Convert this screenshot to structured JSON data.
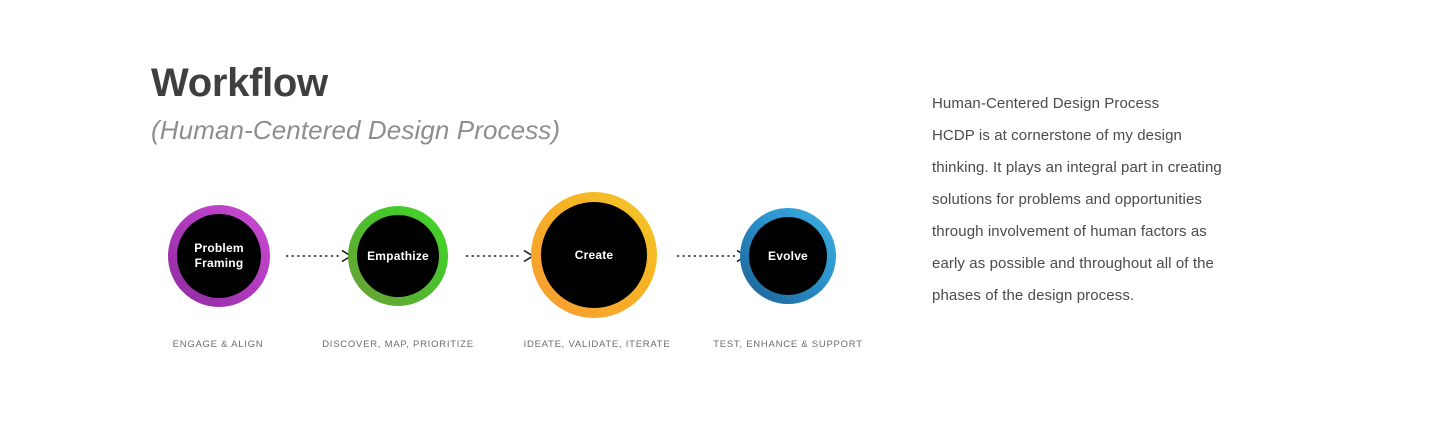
{
  "heading": {
    "title": "Workflow",
    "subtitle": "(Human-Centered Design Process)"
  },
  "diagram": {
    "stages": [
      {
        "id": "problem-framing",
        "label": "Problem\nFraming",
        "caption": "ENGAGE & ALIGN",
        "ring_from": "#c94fd4",
        "ring_to": "#8e2aa0",
        "core_color": "#000000"
      },
      {
        "id": "empathize",
        "label": "Empathize",
        "caption": "DISCOVER,  MAP,  PRIORITIZE",
        "ring_from": "#46d62b",
        "ring_to": "#6e9c39",
        "core_color": "#000000"
      },
      {
        "id": "create",
        "label": "Create",
        "caption": "IDEATE,  VALIDATE,  ITERATE",
        "ring_from": "#f0c929",
        "ring_to": "#f79b33",
        "core_color": "#000000"
      },
      {
        "id": "evolve",
        "label": "Evolve",
        "caption": "TEST,  ENHANCE & SUPPORT",
        "ring_from": "#3cb0e0",
        "ring_to": "#1b5f94",
        "core_color": "#000000"
      }
    ],
    "arrow_count": 3,
    "arrow_color": "#1a1a1a"
  },
  "description": {
    "lines": [
      "Human-Centered Design Process",
      "HCDP is at cornerstone of my design",
      "thinking. It plays an integral part in creating",
      "solutions for problems and opportunities",
      "through involvement of human factors as",
      "early as possible and throughout all of the",
      "phases of the design process."
    ]
  },
  "colors": {
    "background": "#ffffff",
    "title": "#3f3f42",
    "subtitle": "#8d8d92",
    "caption": "#6c6c72",
    "body_text": "#4a4a4f"
  }
}
